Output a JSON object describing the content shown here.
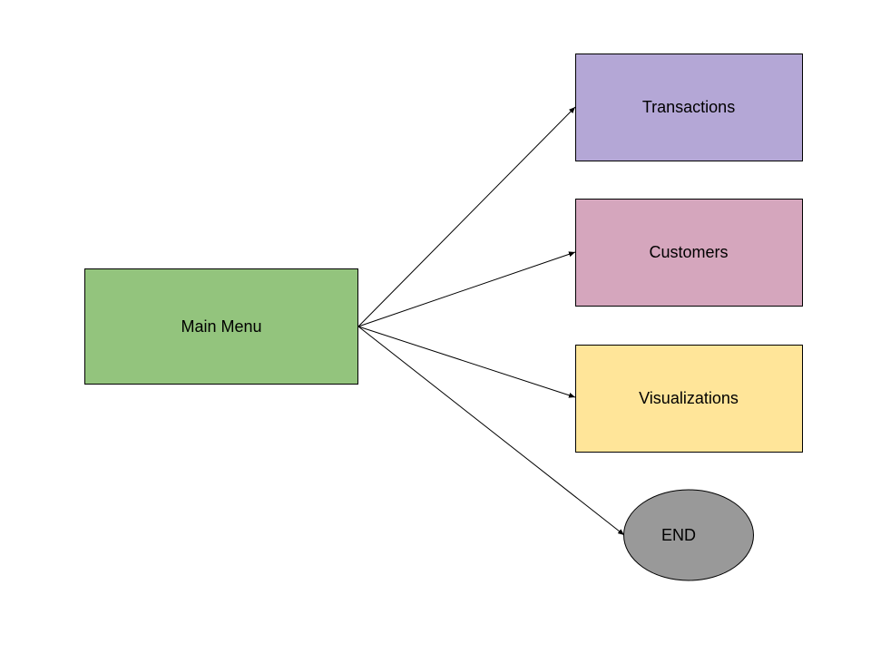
{
  "diagram": {
    "type": "flowchart",
    "nodes": {
      "main_menu": {
        "label": "Main Menu",
        "shape": "rectangle",
        "color": "#93c47d"
      },
      "transactions": {
        "label": "Transactions",
        "shape": "rectangle",
        "color": "#b4a7d6"
      },
      "customers": {
        "label": "Customers",
        "shape": "rectangle",
        "color": "#d5a6bd"
      },
      "visualizations": {
        "label": "Visualizations",
        "shape": "rectangle",
        "color": "#ffe599"
      },
      "end": {
        "label": "END",
        "shape": "ellipse",
        "color": "#999999"
      }
    },
    "edges": [
      {
        "from": "Main Menu",
        "to": "Transactions"
      },
      {
        "from": "Main Menu",
        "to": "Customers"
      },
      {
        "from": "Main Menu",
        "to": "Visualizations"
      },
      {
        "from": "Main Menu",
        "to": "END"
      }
    ]
  }
}
